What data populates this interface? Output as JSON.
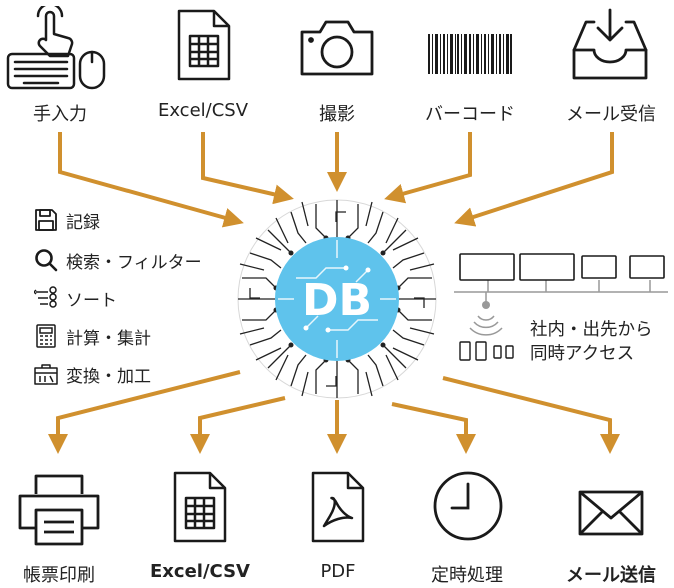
{
  "center": {
    "label": "DB"
  },
  "inputs": [
    {
      "label": "手入力",
      "icon": "keyboard-mouse-hand-icon"
    },
    {
      "label": "Excel/CSV",
      "icon": "spreadsheet-file-icon"
    },
    {
      "label": "撮影",
      "icon": "camera-icon"
    },
    {
      "label": "バーコード",
      "icon": "barcode-icon"
    },
    {
      "label": "メール受信",
      "icon": "inbox-download-icon"
    }
  ],
  "features": [
    {
      "label": "記録",
      "icon": "floppy-disk-icon"
    },
    {
      "label": "検索・フィルター",
      "icon": "magnifier-icon"
    },
    {
      "label": "ソート",
      "icon": "sort-list-icon"
    },
    {
      "label": "計算・集計",
      "icon": "calculator-icon"
    },
    {
      "label": "変換・加工",
      "icon": "toolbox-icon"
    }
  ],
  "access": {
    "line1": "社内・出先から",
    "line2": "同時アクセス"
  },
  "outputs": [
    {
      "label": "帳票印刷",
      "icon": "printer-icon"
    },
    {
      "label": "Excel/CSV",
      "icon": "spreadsheet-file-icon"
    },
    {
      "label": "PDF",
      "icon": "pdf-file-icon"
    },
    {
      "label": "定時処理",
      "icon": "clock-icon"
    },
    {
      "label": "メール送信",
      "icon": "envelope-icon"
    }
  ],
  "colors": {
    "arrow": "#d0902e",
    "db_fill": "#5fc3ec",
    "icon_stroke": "#1a1a1a",
    "network_line": "#999999"
  }
}
